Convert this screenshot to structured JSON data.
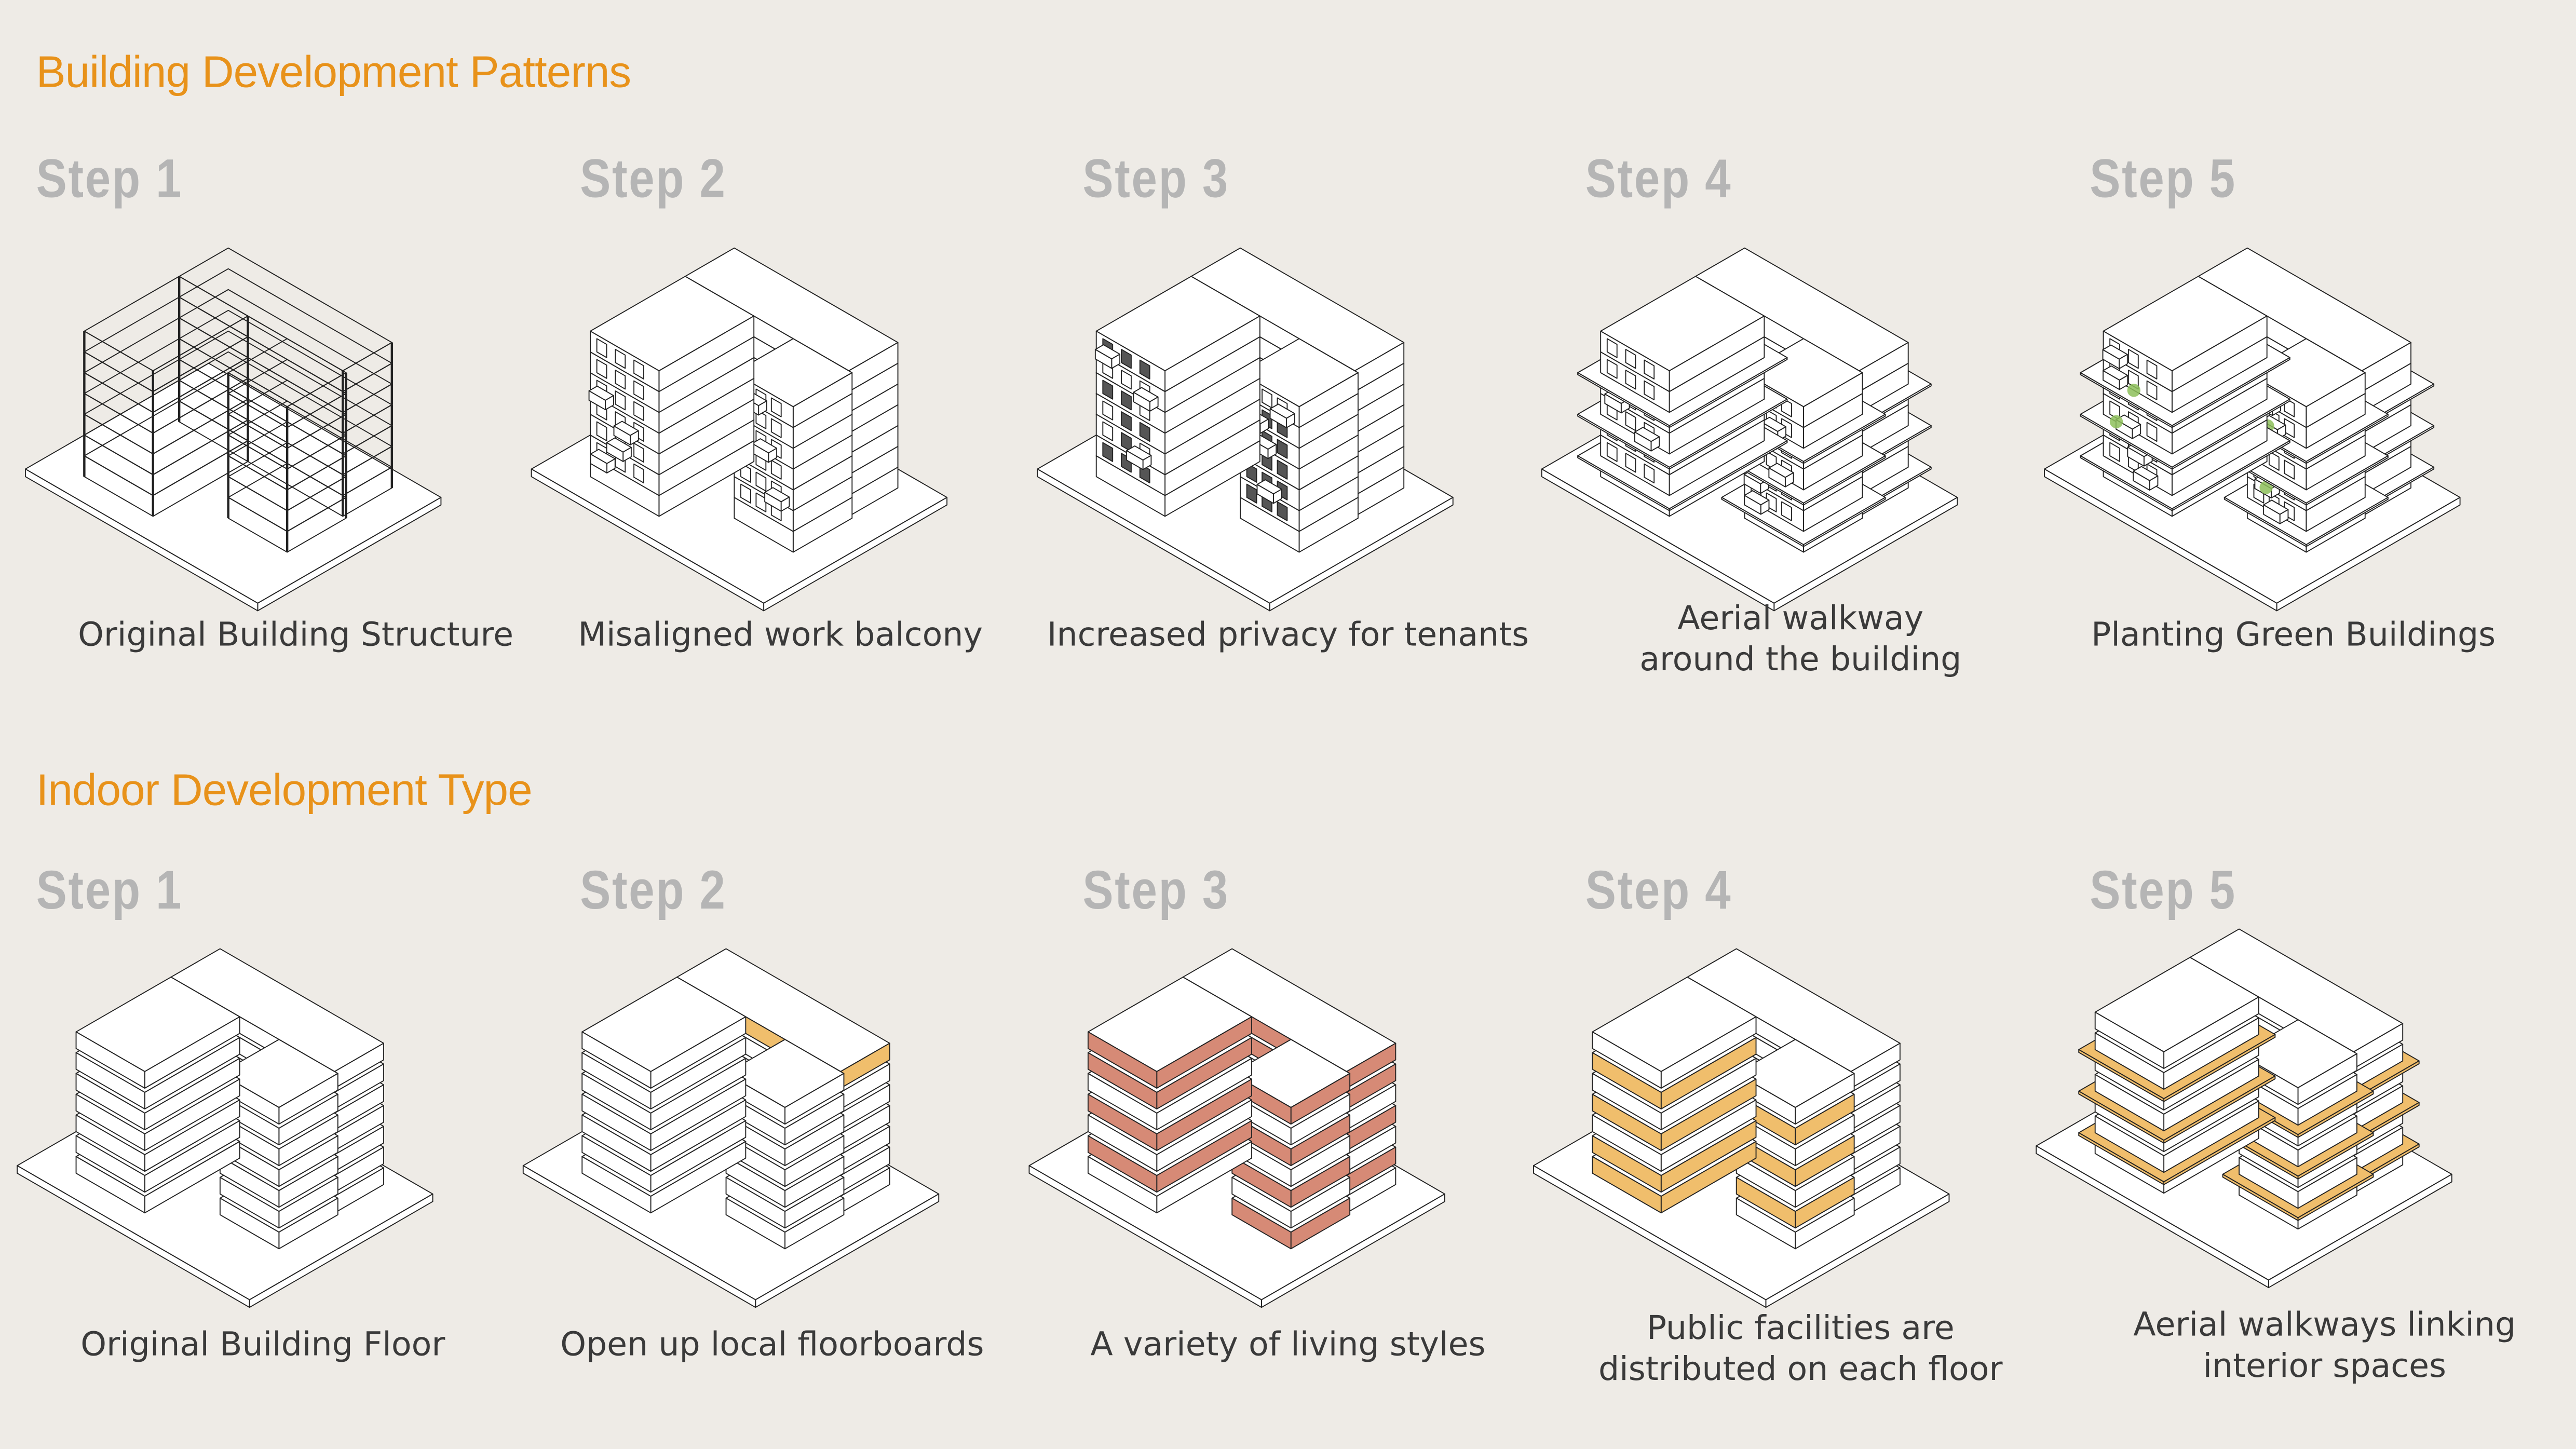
{
  "colors": {
    "accent": "#E8921A",
    "step": "#B5B5B5",
    "salmon": "#D68A76",
    "orange": "#F0BE6C",
    "green": "#8DBF5A",
    "line": "#222222",
    "face": "#FFFFFF"
  },
  "sections": [
    {
      "title": "Building Development Patterns",
      "steps": [
        {
          "label": "Step 1",
          "caption": "Original Building Structure",
          "variant": "structure"
        },
        {
          "label": "Step 2",
          "caption": "Misaligned work balcony",
          "variant": "balcony"
        },
        {
          "label": "Step 3",
          "caption": "Increased privacy for tenants",
          "variant": "privacy"
        },
        {
          "label": "Step 4",
          "caption": "Aerial walkway around the building",
          "variant": "walkway"
        },
        {
          "label": "Step 5",
          "caption": "Planting Green Buildings",
          "variant": "green"
        }
      ]
    },
    {
      "title": "Indoor Development Type",
      "steps": [
        {
          "label": "Step 1",
          "caption": "Original Building Floor",
          "variant": "floor"
        },
        {
          "label": "Step 2",
          "caption": "Open up local floorboards",
          "variant": "open"
        },
        {
          "label": "Step 3",
          "caption": "A variety of living styles",
          "variant": "living"
        },
        {
          "label": "Step 4",
          "caption": "Public facilities are distributed on each floor",
          "variant": "public"
        },
        {
          "label": "Step 5",
          "caption": "Aerial walkways linking interior spaces",
          "variant": "link"
        }
      ]
    }
  ]
}
